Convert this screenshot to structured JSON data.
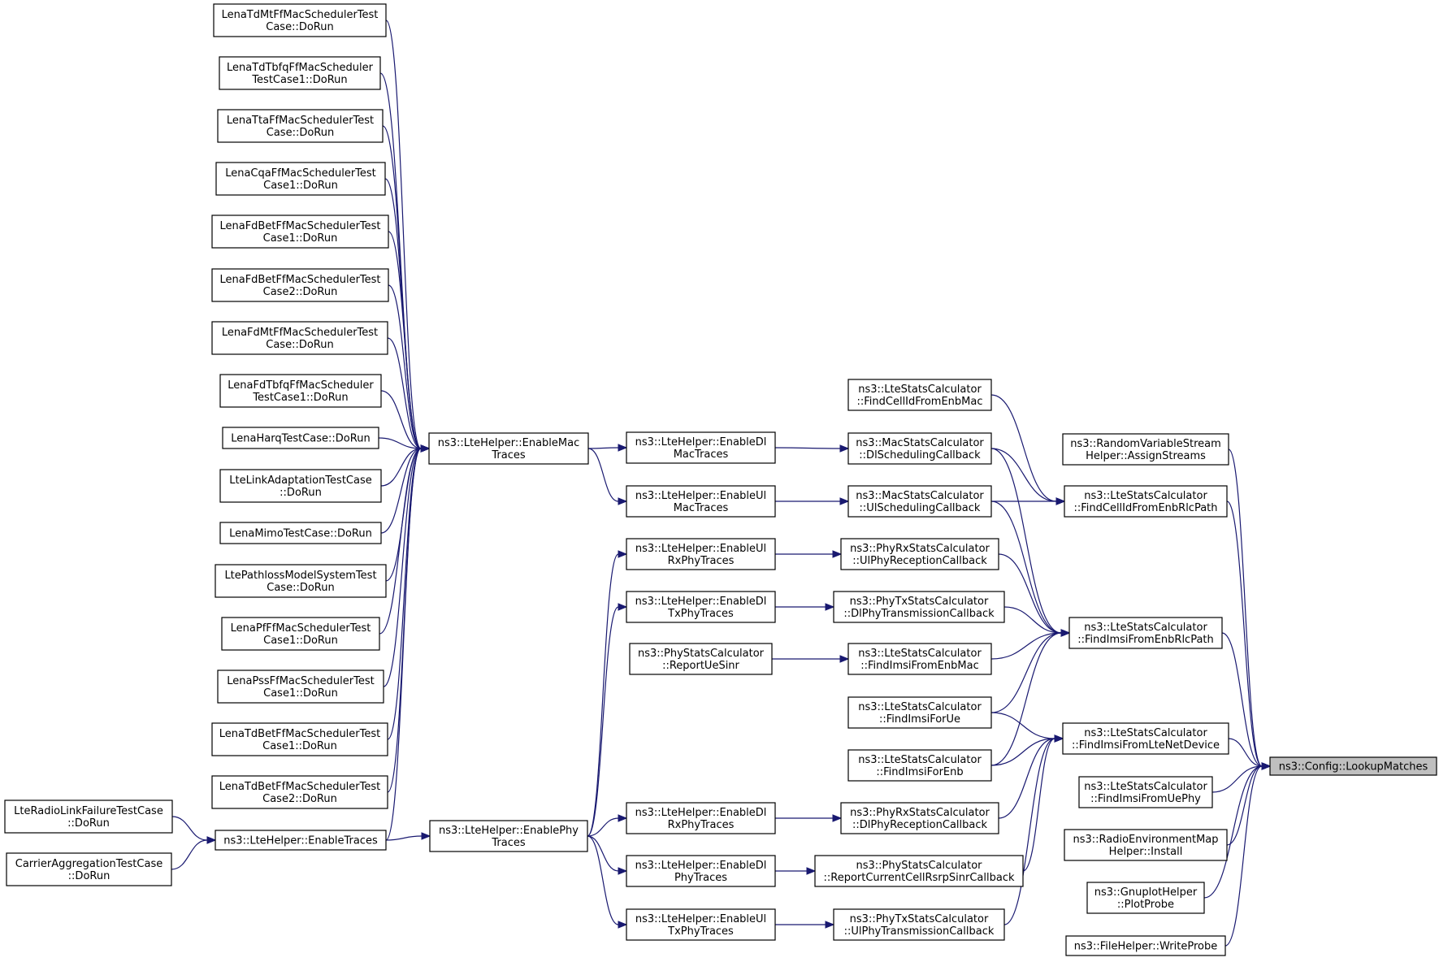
{
  "graph": {
    "nodes": [
      {
        "id": "root",
        "lines": [
          "ns3::Config::LookupMatches"
        ],
        "root": true
      },
      {
        "id": "rvs",
        "lines": [
          "ns3::RandomVariableStream",
          "Helper::AssignStreams"
        ]
      },
      {
        "id": "fcerlc",
        "lines": [
          "ns3::LteStatsCalculator",
          "::FindCellIdFromEnbRlcPath"
        ]
      },
      {
        "id": "fierlc",
        "lines": [
          "ns3::LteStatsCalculator",
          "::FindImsiFromEnbRlcPath"
        ]
      },
      {
        "id": "filnd",
        "lines": [
          "ns3::LteStatsCalculator",
          "::FindImsiFromLteNetDevice"
        ]
      },
      {
        "id": "fiuephy",
        "lines": [
          "ns3::LteStatsCalculator",
          "::FindImsiFromUePhy"
        ]
      },
      {
        "id": "remi",
        "lines": [
          "ns3::RadioEnvironmentMap",
          "Helper::Install"
        ]
      },
      {
        "id": "gnu",
        "lines": [
          "ns3::GnuplotHelper",
          "::PlotProbe"
        ]
      },
      {
        "id": "fhw",
        "lines": [
          "ns3::FileHelper::WriteProbe"
        ]
      },
      {
        "id": "fcemac",
        "lines": [
          "ns3::LteStatsCalculator",
          "::FindCellIdFromEnbMac"
        ]
      },
      {
        "id": "dlsch",
        "lines": [
          "ns3::MacStatsCalculator",
          "::DlSchedulingCallback"
        ]
      },
      {
        "id": "ulsch",
        "lines": [
          "ns3::MacStatsCalculator",
          "::UlSchedulingCallback"
        ]
      },
      {
        "id": "ulrx",
        "lines": [
          "ns3::PhyRxStatsCalculator",
          "::UlPhyReceptionCallback"
        ]
      },
      {
        "id": "dltx",
        "lines": [
          "ns3::PhyTxStatsCalculator",
          "::DlPhyTransmissionCallback"
        ]
      },
      {
        "id": "fiemac",
        "lines": [
          "ns3::LteStatsCalculator",
          "::FindImsiFromEnbMac"
        ]
      },
      {
        "id": "fiue",
        "lines": [
          "ns3::LteStatsCalculator",
          "::FindImsiForUe"
        ]
      },
      {
        "id": "fienb",
        "lines": [
          "ns3::LteStatsCalculator",
          "::FindImsiForEnb"
        ]
      },
      {
        "id": "dlrx",
        "lines": [
          "ns3::PhyRxStatsCalculator",
          "::DlPhyReceptionCallback"
        ]
      },
      {
        "id": "rcc",
        "lines": [
          "ns3::PhyStatsCalculator",
          "::ReportCurrentCellRsrpSinrCallback"
        ]
      },
      {
        "id": "ultx",
        "lines": [
          "ns3::PhyTxStatsCalculator",
          "::UlPhyTransmissionCallback"
        ]
      },
      {
        "id": "edlmac",
        "lines": [
          "ns3::LteHelper::EnableDl",
          "MacTraces"
        ]
      },
      {
        "id": "eulmac",
        "lines": [
          "ns3::LteHelper::EnableUl",
          "MacTraces"
        ]
      },
      {
        "id": "eulrx",
        "lines": [
          "ns3::LteHelper::EnableUl",
          "RxPhyTraces"
        ]
      },
      {
        "id": "edltx",
        "lines": [
          "ns3::LteHelper::EnableDl",
          "TxPhyTraces"
        ]
      },
      {
        "id": "rues",
        "lines": [
          "ns3::PhyStatsCalculator",
          "::ReportUeSinr"
        ]
      },
      {
        "id": "edlrx",
        "lines": [
          "ns3::LteHelper::EnableDl",
          "RxPhyTraces"
        ]
      },
      {
        "id": "edlphy",
        "lines": [
          "ns3::LteHelper::EnableDl",
          "PhyTraces"
        ]
      },
      {
        "id": "eultx",
        "lines": [
          "ns3::LteHelper::EnableUl",
          "TxPhyTraces"
        ]
      },
      {
        "id": "emac",
        "lines": [
          "ns3::LteHelper::EnableMac",
          "Traces"
        ]
      },
      {
        "id": "ephy",
        "lines": [
          "ns3::LteHelper::EnablePhy",
          "Traces"
        ]
      },
      {
        "id": "etr",
        "lines": [
          "ns3::LteHelper::EnableTraces"
        ]
      },
      {
        "id": "t01",
        "lines": [
          "LenaTdMtFfMacSchedulerTest",
          "Case::DoRun"
        ]
      },
      {
        "id": "t02",
        "lines": [
          "LenaTdTbfqFfMacScheduler",
          "TestCase1::DoRun"
        ]
      },
      {
        "id": "t03",
        "lines": [
          "LenaTtaFfMacSchedulerTest",
          "Case::DoRun"
        ]
      },
      {
        "id": "t04",
        "lines": [
          "LenaCqaFfMacSchedulerTest",
          "Case1::DoRun"
        ]
      },
      {
        "id": "t05",
        "lines": [
          "LenaFdBetFfMacSchedulerTest",
          "Case1::DoRun"
        ]
      },
      {
        "id": "t06",
        "lines": [
          "LenaFdBetFfMacSchedulerTest",
          "Case2::DoRun"
        ]
      },
      {
        "id": "t07",
        "lines": [
          "LenaFdMtFfMacSchedulerTest",
          "Case::DoRun"
        ]
      },
      {
        "id": "t08",
        "lines": [
          "LenaFdTbfqFfMacScheduler",
          "TestCase1::DoRun"
        ]
      },
      {
        "id": "t09",
        "lines": [
          "LenaHarqTestCase::DoRun"
        ]
      },
      {
        "id": "t10",
        "lines": [
          "LteLinkAdaptationTestCase",
          "::DoRun"
        ]
      },
      {
        "id": "t11",
        "lines": [
          "LenaMimoTestCase::DoRun"
        ]
      },
      {
        "id": "t12",
        "lines": [
          "LtePathlossModelSystemTest",
          "Case::DoRun"
        ]
      },
      {
        "id": "t13",
        "lines": [
          "LenaPfFfMacSchedulerTest",
          "Case1::DoRun"
        ]
      },
      {
        "id": "t14",
        "lines": [
          "LenaPssFfMacSchedulerTest",
          "Case1::DoRun"
        ]
      },
      {
        "id": "t15",
        "lines": [
          "LenaTdBetFfMacSchedulerTest",
          "Case1::DoRun"
        ]
      },
      {
        "id": "t16",
        "lines": [
          "LenaTdBetFfMacSchedulerTest",
          "Case2::DoRun"
        ]
      },
      {
        "id": "rlf",
        "lines": [
          "LteRadioLinkFailureTestCase",
          "::DoRun"
        ]
      },
      {
        "id": "cat",
        "lines": [
          "CarrierAggregationTestCase",
          "::DoRun"
        ]
      }
    ],
    "edges": [
      {
        "from": "rvs",
        "to": "root"
      },
      {
        "from": "fcerlc",
        "to": "root"
      },
      {
        "from": "fierlc",
        "to": "root"
      },
      {
        "from": "filnd",
        "to": "root"
      },
      {
        "from": "fiuephy",
        "to": "root"
      },
      {
        "from": "remi",
        "to": "root"
      },
      {
        "from": "gnu",
        "to": "root"
      },
      {
        "from": "fhw",
        "to": "root"
      },
      {
        "from": "fcemac",
        "to": "fcerlc"
      },
      {
        "from": "dlsch",
        "to": "fcerlc"
      },
      {
        "from": "ulsch",
        "to": "fcerlc"
      },
      {
        "from": "dlsch",
        "to": "fierlc"
      },
      {
        "from": "ulsch",
        "to": "fierlc"
      },
      {
        "from": "ulrx",
        "to": "fierlc"
      },
      {
        "from": "dltx",
        "to": "fierlc"
      },
      {
        "from": "fiemac",
        "to": "fierlc"
      },
      {
        "from": "fiue",
        "to": "fierlc"
      },
      {
        "from": "fienb",
        "to": "fierlc"
      },
      {
        "from": "fiue",
        "to": "filnd"
      },
      {
        "from": "fienb",
        "to": "filnd"
      },
      {
        "from": "dlrx",
        "to": "filnd"
      },
      {
        "from": "rcc",
        "to": "filnd"
      },
      {
        "from": "ultx",
        "to": "filnd"
      },
      {
        "from": "edlmac",
        "to": "dlsch"
      },
      {
        "from": "eulmac",
        "to": "ulsch"
      },
      {
        "from": "eulrx",
        "to": "ulrx"
      },
      {
        "from": "edltx",
        "to": "dltx"
      },
      {
        "from": "rues",
        "to": "fiemac"
      },
      {
        "from": "edlrx",
        "to": "dlrx"
      },
      {
        "from": "edlphy",
        "to": "rcc"
      },
      {
        "from": "eultx",
        "to": "ultx"
      },
      {
        "from": "emac",
        "to": "edlmac"
      },
      {
        "from": "emac",
        "to": "eulmac"
      },
      {
        "from": "ephy",
        "to": "eulrx"
      },
      {
        "from": "ephy",
        "to": "edltx"
      },
      {
        "from": "ephy",
        "to": "edlrx"
      },
      {
        "from": "ephy",
        "to": "edlphy"
      },
      {
        "from": "ephy",
        "to": "eultx"
      },
      {
        "from": "etr",
        "to": "emac"
      },
      {
        "from": "etr",
        "to": "ephy"
      },
      {
        "from": "t01",
        "to": "emac"
      },
      {
        "from": "t02",
        "to": "emac"
      },
      {
        "from": "t03",
        "to": "emac"
      },
      {
        "from": "t04",
        "to": "emac"
      },
      {
        "from": "t05",
        "to": "emac"
      },
      {
        "from": "t06",
        "to": "emac"
      },
      {
        "from": "t07",
        "to": "emac"
      },
      {
        "from": "t08",
        "to": "emac"
      },
      {
        "from": "t09",
        "to": "emac"
      },
      {
        "from": "t10",
        "to": "emac"
      },
      {
        "from": "t11",
        "to": "emac"
      },
      {
        "from": "t12",
        "to": "emac"
      },
      {
        "from": "t13",
        "to": "emac"
      },
      {
        "from": "t14",
        "to": "emac"
      },
      {
        "from": "t15",
        "to": "emac"
      },
      {
        "from": "t16",
        "to": "emac"
      },
      {
        "from": "rlf",
        "to": "etr"
      },
      {
        "from": "cat",
        "to": "etr"
      }
    ]
  },
  "colors": {
    "edge": "#191970",
    "node_border": "#000000",
    "node_fill": "#ffffff",
    "root_fill": "#bfbfbf"
  }
}
